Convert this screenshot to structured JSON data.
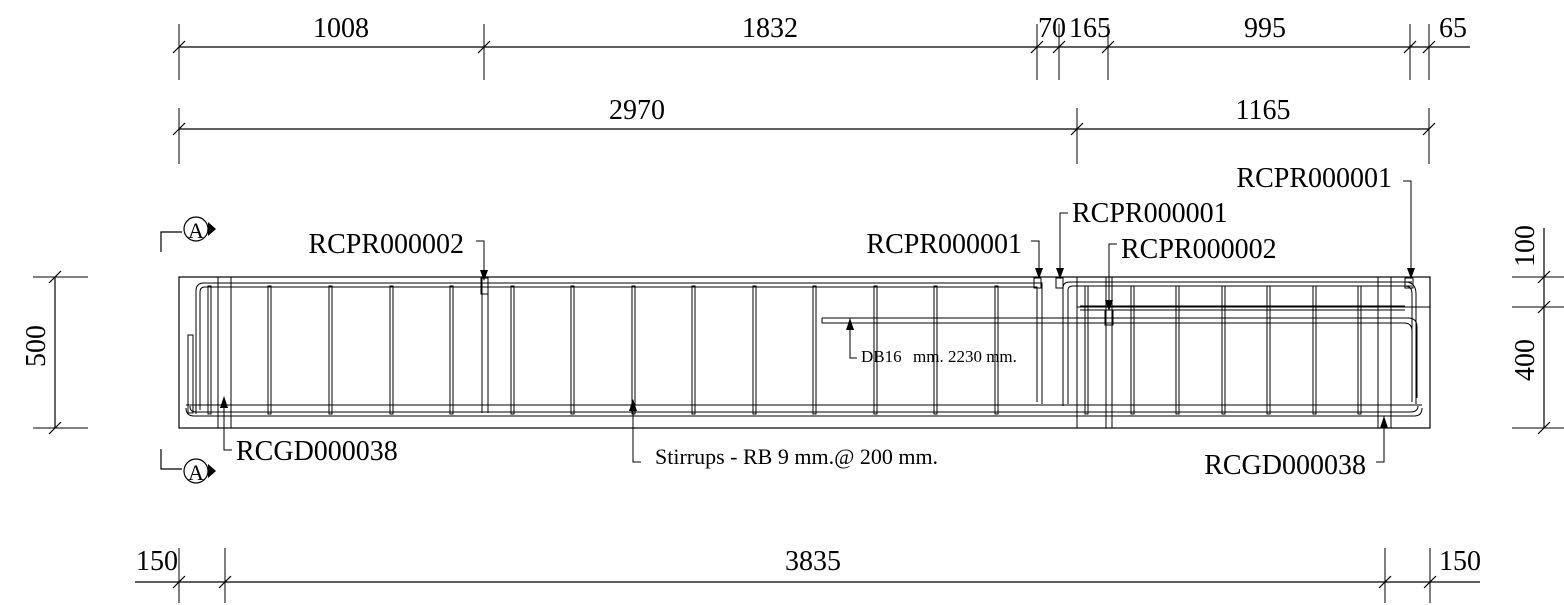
{
  "dimensions": {
    "top_row": [
      "1008",
      "1832",
      "70",
      "165",
      "995",
      "65"
    ],
    "second_row": [
      "2970",
      "1165"
    ],
    "bottom_row": [
      "150",
      "3835",
      "150"
    ],
    "left_height": "500",
    "right_heights": [
      "100",
      "400"
    ]
  },
  "tags": {
    "top_left_bar": "RCPR000002",
    "mid_bar_a": "RCPR000001",
    "mid_bar_b": "RCPR000001",
    "mid_bar_c": "RCPR000002",
    "right_bar": "RCPR000001",
    "bottom_left": "RCGD000038",
    "bottom_right": "RCGD000038"
  },
  "notes": {
    "bar_label": "DB16",
    "bar_size": "mm. 2230 mm.",
    "stirrups": "Stirrups - RB 9  mm.@ 200 mm."
  },
  "section_marker": "A"
}
